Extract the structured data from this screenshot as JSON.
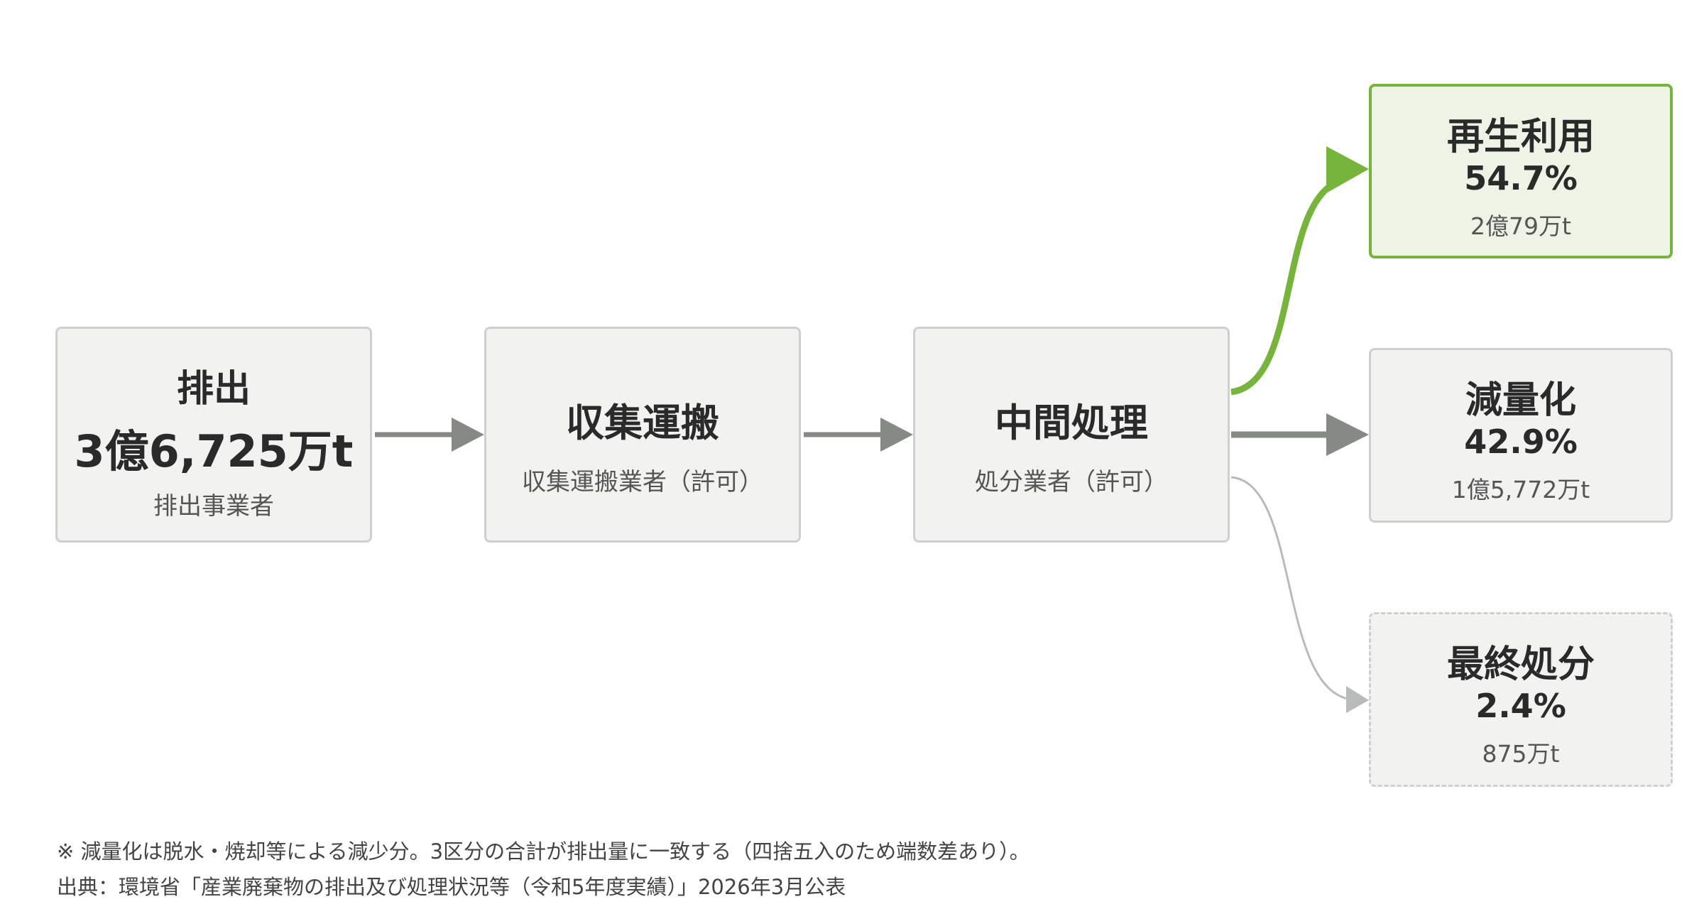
{
  "nodes": {
    "emission": {
      "title": "排出",
      "value": "3億6,725万t",
      "sub": "排出事業者"
    },
    "collection": {
      "title": "収集運搬",
      "sub": "収集運搬業者（許可）"
    },
    "intermediate": {
      "title": "中間処理",
      "sub": "処分業者（許可）"
    },
    "recycle": {
      "title": "再生利用",
      "percent": "54.7%",
      "amount": "2億79万t"
    },
    "reduction": {
      "title": "減量化",
      "percent": "42.9%",
      "amount": "1億5,772万t"
    },
    "final": {
      "title": "最終処分",
      "percent": "2.4%",
      "amount": "875万t"
    }
  },
  "notes": {
    "note1": "※ 減量化は脱水・焼却等による減少分。3区分の合計が排出量に一致する（四捨五入のため端数差あり）。",
    "source": "出典：環境省「産業廃棄物の排出及び処理状況等（令和5年度実績）」2026年3月公表"
  },
  "colors": {
    "recycle_accent": "#76b43b",
    "arrow_gray": "#858a85",
    "arrow_light": "#b8bcb8",
    "box_fill": "#f2f2f0",
    "box_border": "#cfcfcf"
  }
}
